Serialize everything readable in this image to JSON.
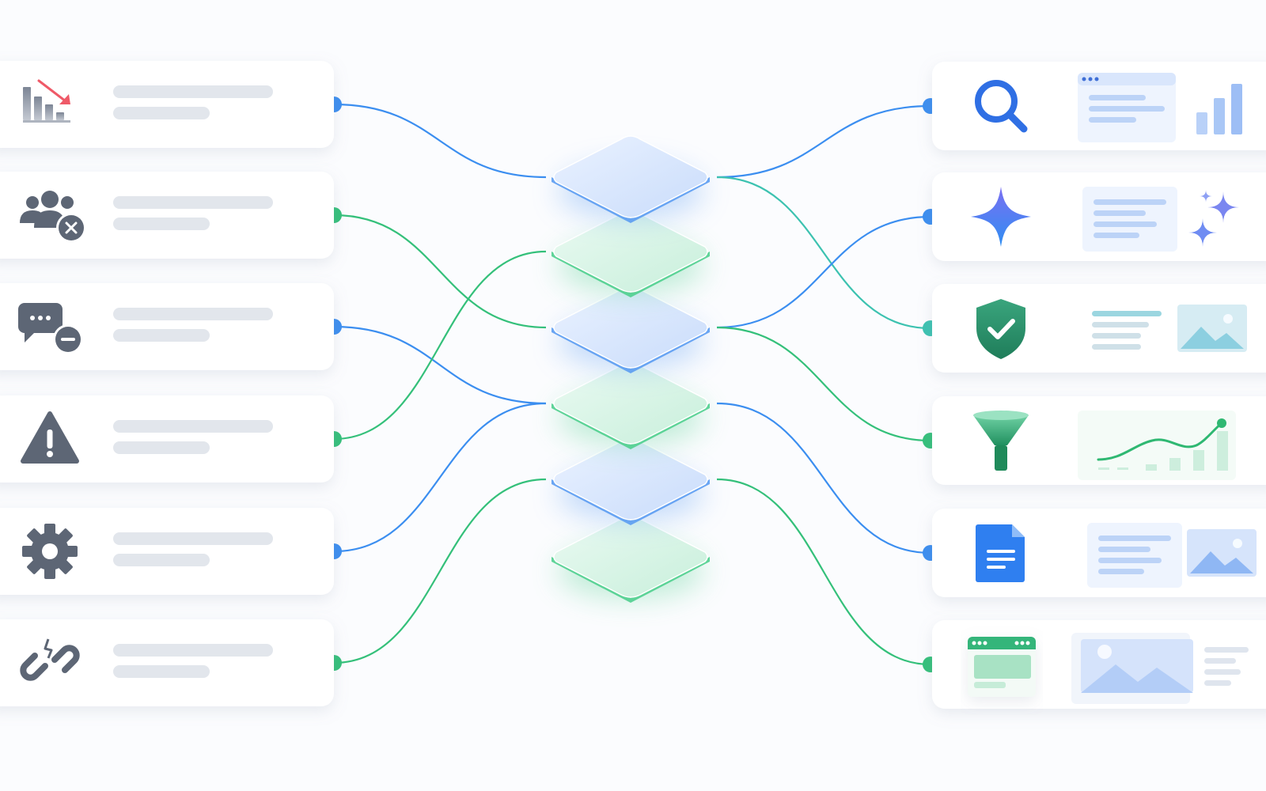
{
  "colors": {
    "blue": "#3b8ef0",
    "blue_dark": "#2f6fe4",
    "green": "#34c07a",
    "teal": "#3cc2b0",
    "icon_gray": "#5d6675",
    "placeholder": "#e2e6ec",
    "card": "#ffffff",
    "background": "#fbfcfe"
  },
  "issues": [
    {
      "icon": "declining-chart-icon",
      "accent": "blue"
    },
    {
      "icon": "user-group-remove-icon",
      "accent": "green"
    },
    {
      "icon": "chat-minus-icon",
      "accent": "blue"
    },
    {
      "icon": "warning-triangle-icon",
      "accent": "green"
    },
    {
      "icon": "gear-icon",
      "accent": "blue"
    },
    {
      "icon": "broken-link-icon",
      "accent": "green"
    }
  ],
  "layers": [
    {
      "tone": "blue"
    },
    {
      "tone": "green"
    },
    {
      "tone": "blue"
    },
    {
      "tone": "green"
    },
    {
      "tone": "blue"
    },
    {
      "tone": "green"
    }
  ],
  "outcomes": [
    {
      "icon": "search-icon",
      "preview": "browser-text-panel",
      "extra": "bar-chart-icon",
      "accent": "blue"
    },
    {
      "icon": "ai-sparkle-icon",
      "preview": "text-panel",
      "extra": "sparkles-icon",
      "accent": "blue"
    },
    {
      "icon": "shield-check-icon",
      "preview": "text-lines",
      "extra": "image-thumbnail-icon",
      "accent": "teal"
    },
    {
      "icon": "funnel-icon",
      "preview": "growth-chart",
      "extra": "",
      "accent": "green"
    },
    {
      "icon": "document-icon",
      "preview": "text-panel",
      "extra": "image-thumbnail-icon",
      "accent": "blue"
    },
    {
      "icon": "browser-window-icon",
      "preview": "image-panel",
      "extra": "text-lines",
      "accent": "green"
    }
  ],
  "connections": [
    {
      "from": 0,
      "to": 0
    },
    {
      "from": 1,
      "to": 2
    },
    {
      "from": 2,
      "to": 3
    },
    {
      "from": 3,
      "to": 1
    },
    {
      "from": 4,
      "to": 3
    },
    {
      "from": 5,
      "to": 4
    },
    {
      "out_from": 0,
      "to": 0
    },
    {
      "out_from": 0,
      "to": 2
    },
    {
      "out_from": 2,
      "to": 1
    },
    {
      "out_from": 2,
      "to": 3
    },
    {
      "out_from": 3,
      "to": 4
    },
    {
      "out_from": 4,
      "to": 5
    }
  ]
}
